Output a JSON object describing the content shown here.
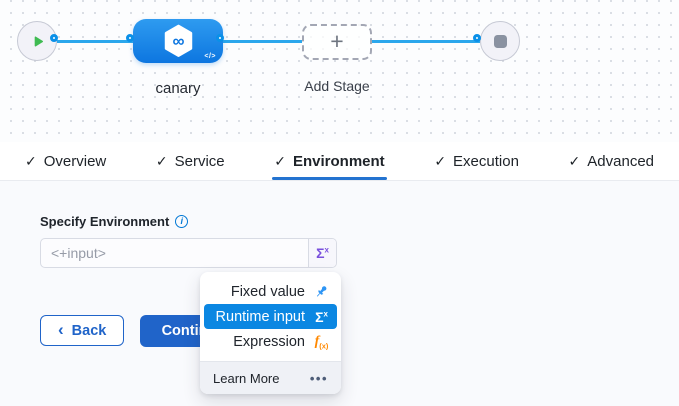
{
  "canvas": {
    "stage_label": "canary",
    "add_stage_label": "Add Stage",
    "code_glyph": "</>",
    "infinity_glyph": "∞",
    "plus_glyph": "+"
  },
  "check_glyph": "✓",
  "tabs": [
    {
      "label": "Overview"
    },
    {
      "label": "Service"
    },
    {
      "label": "Environment"
    },
    {
      "label": "Execution"
    },
    {
      "label": "Advanced"
    }
  ],
  "form": {
    "label": "Specify Environment",
    "info_glyph": "i",
    "placeholder": "<+input>",
    "sigma_glyph": "Σ",
    "sigma_sup": "x"
  },
  "menu": {
    "items": [
      {
        "label": "Fixed value"
      },
      {
        "label": "Runtime input"
      },
      {
        "label": "Expression"
      }
    ],
    "fx_glyph": "f",
    "fx_sub": "(x)",
    "footer_label": "Learn More",
    "ellipsis_glyph": "•••"
  },
  "buttons": {
    "back_chevron": "‹",
    "back_label": "Back",
    "continue_label": "Continue"
  },
  "colors": {
    "primary_blue": "#2064c9",
    "tab_underline_blue": "#2373d0",
    "menu_highlight_blue": "#0b87e2",
    "edge_blue": "#2ba7ec",
    "node_blue_top": "#2e9bf0",
    "node_blue_bottom": "#0d76e0",
    "runtime_purple": "#7a50dd",
    "expression_orange": "#ff8800",
    "play_green": "#3fbb52",
    "stop_gray": "#8a92a1"
  }
}
